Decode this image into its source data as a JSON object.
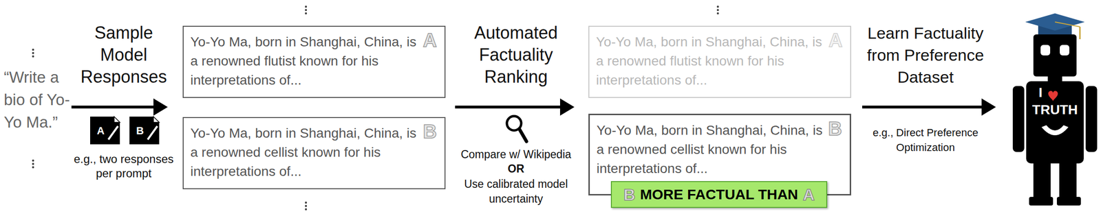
{
  "diagram": {
    "nodes": [
      {
        "text": [
          "Yo-Yo Ma, born in Shanghai, China, is a renowned flutist known for his interpretations of...",
          "A"
        ]
      },
      {
        "text": [
          "Yo-Yo Ma, born in Shanghai, China, is a renowned cellist known for his interpretations of...",
          "B"
        ]
      },
      {
        "text": [
          "Yo-Yo Ma, born in Shanghai, China, is a renowned flutist known for his interpretations of...",
          "A"
        ]
      },
      {
        "text": [
          "Yo-Yo Ma, born in Shanghai, China, is a renowned cellist known for his interpretations of...",
          "B"
        ]
      },
      {
        "text": [
          "B",
          "MORE FACTUAL THAN",
          "A"
        ]
      }
    ],
    "labels": [
      "“Write a bio of Yo-Yo Ma.”",
      "Sample Model Responses",
      "A",
      "B",
      "e.g., two responses per prompt",
      "Automated Factuality Ranking",
      "Compare w/ Wikipedia",
      "OR",
      "Use calibrated model uncertainty",
      "Learn Factuality from Preference Dataset",
      "e.g., Direct Preference Optimization",
      "I",
      "TRUTH"
    ]
  }
}
